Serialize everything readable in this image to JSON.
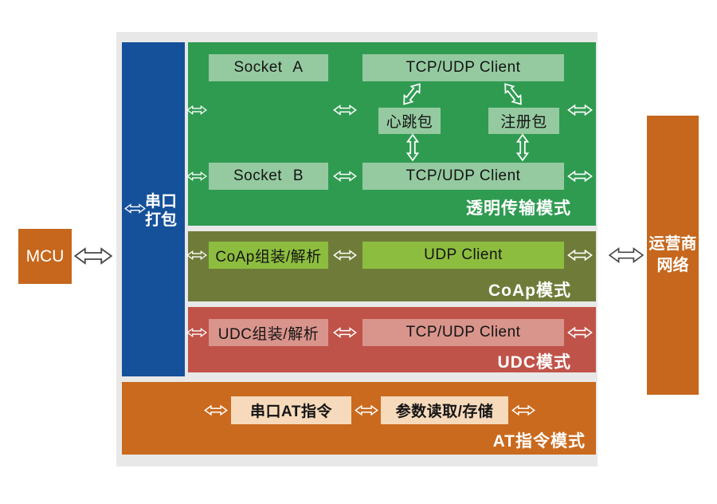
{
  "mcu": {
    "label": "MCU"
  },
  "carrier_network": {
    "line1": "运营商",
    "line2": "网络"
  },
  "serial_packing": {
    "line1": "串口",
    "line2": "打包"
  },
  "transparent_mode": {
    "title": "透明传输模式",
    "socket_a": "Socket A",
    "tcp_udp_client_top": "TCP/UDP Client",
    "heartbeat_packet": "心跳包",
    "registration_packet": "注册包",
    "socket_b": "Socket B",
    "tcp_udp_client_bottom": "TCP/UDP Client"
  },
  "coap_mode": {
    "title": "CoAp模式",
    "assembler": "CoAp组装/解析",
    "client": "UDP Client"
  },
  "udc_mode": {
    "title": "UDC模式",
    "assembler": "UDC组装/解析",
    "client": "TCP/UDP Client"
  },
  "at_mode": {
    "title": "AT指令模式",
    "serial_at_command": "串口AT指令",
    "param_storage": "参数读取/存储"
  },
  "colors": {
    "panel_bg": "#e8e8e8",
    "serial_bar_blue": "#15519b",
    "transparent_green": "#2f9b51",
    "inner_light_green": "#95caa0",
    "coap_olive": "#6f7c39",
    "coap_inner_green": "#8dbd3f",
    "udc_red": "#c05349",
    "udc_inner_red": "#d9948c",
    "at_orange": "#c96a1e",
    "at_inner_peach": "#f6dabb",
    "side_box_orange": "#c6671d",
    "dark_arrow_outline": "#474747",
    "white_arrow": "#ffffff"
  }
}
